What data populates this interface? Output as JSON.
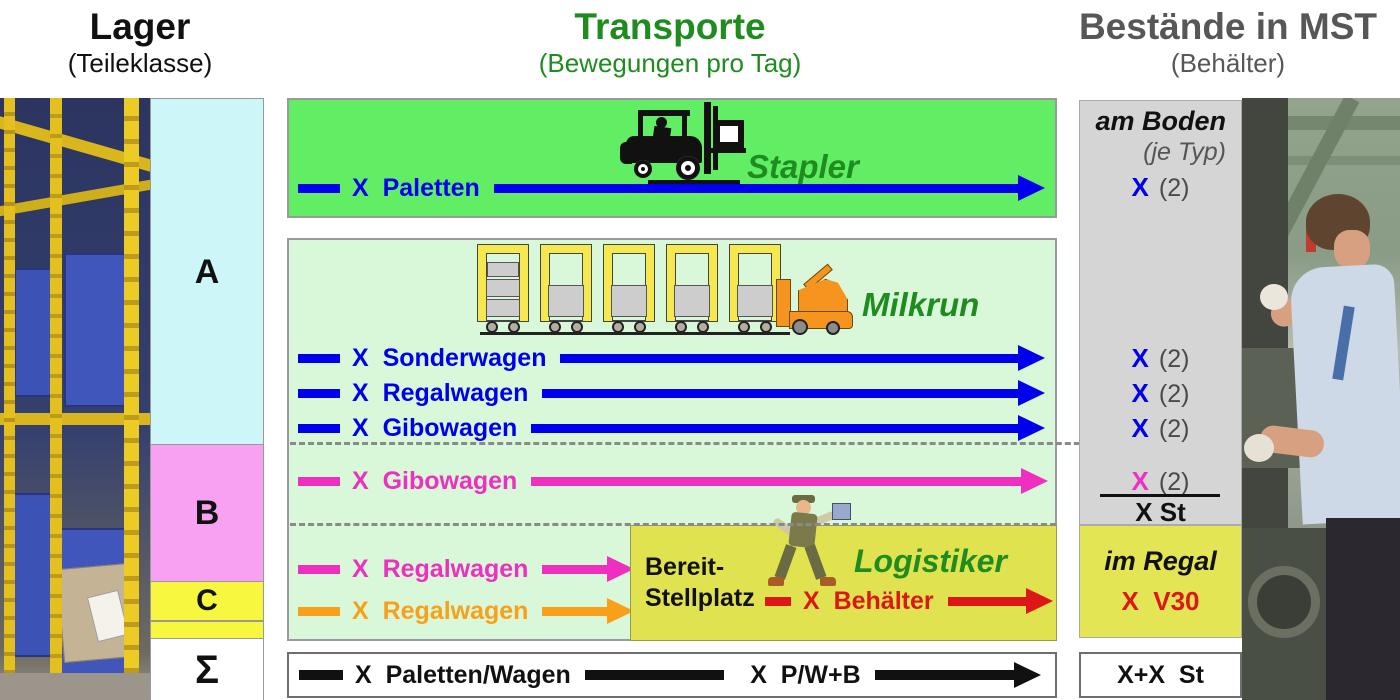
{
  "header": {
    "lager": {
      "title": "Lager",
      "subtitle": "(Teileklasse)"
    },
    "transporte": {
      "title": "Transporte",
      "subtitle": "(Bewegungen pro Tag)"
    },
    "bestaende": {
      "title": "Bestände in MST",
      "subtitle": "(Behälter)"
    }
  },
  "lager_column": {
    "class_a": "A",
    "class_b": "B",
    "class_c": "C",
    "sum": "Σ"
  },
  "transporte": {
    "stapler": {
      "title": "Stapler",
      "arrow": "X  Paletten"
    },
    "milkrun": {
      "title": "Milkrun",
      "arrow_sonderwagen": "X  Sonderwagen",
      "arrow_regalwagen": "X  Regalwagen",
      "arrow_gibowagen": "X  Gibowagen",
      "arrow_gibowagen_b": "X  Gibowagen",
      "arrow_regalwagen_b": "X  Regalwagen",
      "arrow_regalwagen_c": "X  Regalwagen"
    },
    "bereitstellplatz": {
      "label_line1": "Bereit-",
      "label_line2": "Stellplatz",
      "logistiker": "Logistiker",
      "arrow": "X  Behälter"
    },
    "summary": {
      "left": "X  Paletten/Wagen",
      "right": "X  P/W+B"
    }
  },
  "bestaende_column": {
    "am_boden": "am Boden",
    "je_typ": "(je Typ)",
    "row_paletten": {
      "x": "X",
      "qty": "(2)"
    },
    "row_sonderwagen": {
      "x": "X",
      "qty": "(2)"
    },
    "row_regalwagen": {
      "x": "X",
      "qty": "(2)"
    },
    "row_gibowagen": {
      "x": "X",
      "qty": "(2)"
    },
    "row_gibowagen_b": {
      "x": "X",
      "qty": "(2)"
    },
    "sum_boden": "X St",
    "im_regal": "im Regal",
    "regal_value": "X  V30",
    "total": "X+X  St"
  },
  "colors": {
    "blue": "#0000ee",
    "magenta": "#ee2fbf",
    "orange": "#f9a01b",
    "red": "#dd1717",
    "green_text": "#1f8c1f",
    "green_box": "#62ee64",
    "light_green_box": "#d9f8da",
    "gray_box": "#d5d5d5",
    "olive_box": "#e0e24f",
    "class_a": "#ccf6f7",
    "class_b": "#f8a1f3",
    "class_c": "#f7f740"
  }
}
